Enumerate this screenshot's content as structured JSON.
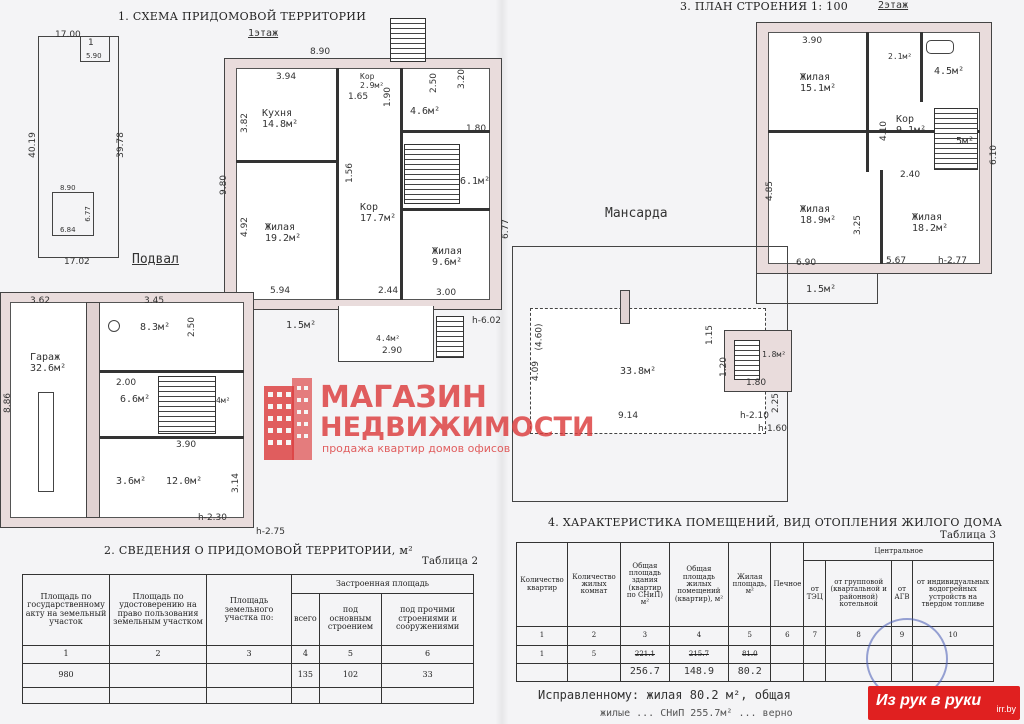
{
  "headings": {
    "site_plan": "1. СХЕМА ПРИДОМОВОЙ ТЕРРИТОРИИ",
    "building_plan": "3. ПЛАН СТРОЕНИЯ 1: 100",
    "floor1": "1этаж",
    "floor2": "2этаж",
    "basement": "Подвал",
    "attic": "Мансарда",
    "info_section": "2. СВЕДЕНИЯ О ПРИДОМОВОЙ ТЕРРИТОРИИ, м²",
    "info_table_label": "Таблица 2",
    "char_section": "4. ХАРАКТЕРИСТИКА ПОМЕЩЕНИЙ, ВИД ОТОПЛЕНИЯ ЖИЛОГО ДОМА",
    "char_table_label": "Таблица 3"
  },
  "site_plan": {
    "top": "17.00",
    "width_bottom": "17.02",
    "left": "40.19",
    "right": "39.78",
    "box_small": "5.90",
    "box_top": "8.90",
    "box_bottom": "6.84",
    "box_side": "6.77",
    "box_label": "1"
  },
  "floor1": {
    "rooms": [
      {
        "name": "Кухня",
        "area": "14.8м²"
      },
      {
        "name": "Кор",
        "area": "2.9м²"
      },
      {
        "name": "",
        "area": "4.6м²"
      },
      {
        "name": "Жилая",
        "area": "19.2м²"
      },
      {
        "name": "Кор",
        "area": "17.7м²"
      },
      {
        "name": "",
        "area": "6.1м²"
      },
      {
        "name": "Жилая",
        "area": "9.6м²"
      },
      {
        "name": "",
        "area": "4.4м²"
      },
      {
        "name": "",
        "area": "1.5м²"
      }
    ],
    "dims": [
      "8.90",
      "3.94",
      "9.80",
      "3.82",
      "4.92",
      "5.94",
      "2.44",
      "3.00",
      "1.80",
      "3.20",
      "6.77",
      "2.50",
      "1.65",
      "1.56",
      "1.90",
      "2.90",
      "h-6.02"
    ]
  },
  "floor2": {
    "rooms": [
      {
        "name": "Жилая",
        "area": "15.1м²"
      },
      {
        "name": "",
        "area": "2.1м²"
      },
      {
        "name": "",
        "area": "4.5м²"
      },
      {
        "name": "Кор",
        "area": "9.1м²"
      },
      {
        "name": "",
        "area": "5м²"
      },
      {
        "name": "Жилая",
        "area": "18.9м²"
      },
      {
        "name": "Жилая",
        "area": "18.2м²"
      },
      {
        "name": "",
        "area": "1.5м²"
      }
    ],
    "dims": [
      "3.90",
      "4.10",
      "2.40",
      "4.85",
      "3.25",
      "6.90",
      "5.67",
      "h-2.77",
      "6.10"
    ]
  },
  "basement": {
    "rooms": [
      {
        "name": "Гараж",
        "area": "32.6м²"
      },
      {
        "name": "",
        "area": "8.3м²"
      },
      {
        "name": "",
        "area": "6.6м²"
      },
      {
        "name": "",
        "area": "4м²"
      },
      {
        "name": "",
        "area": "12.0м²"
      },
      {
        "name": "",
        "area": "3.6м²"
      }
    ],
    "dims": [
      "3.62",
      "3.45",
      "2.50",
      "2.00",
      "3.90",
      "3.14",
      "8.86",
      "h-2.30",
      "h-2.75"
    ]
  },
  "attic": {
    "rooms": [
      {
        "name": "",
        "area": "33.8м²"
      },
      {
        "name": "",
        "area": "1.8м²"
      }
    ],
    "dims": [
      "9.14",
      "4.09",
      "(4.60)",
      "1.15",
      "1.20",
      "1.80",
      "h-2.10",
      "h-1.60",
      "2.25"
    ]
  },
  "watermark": {
    "line1": "МАГАЗИН",
    "line2": "НЕДВИЖИМОСТИ",
    "tagline": "продажа квартир домов офисов"
  },
  "brand": {
    "label": "Из рук в руки",
    "domain": "irr.by"
  },
  "info_table": {
    "headers": [
      "Площадь по государственному акту на земельный участок",
      "Площадь по удостоверению на право пользования земельным участком",
      "Площадь земельного участка по:",
      "Застроенная площадь"
    ],
    "sub_headers": [
      "всего",
      "под основным строением",
      "под прочими строениями и сооружениями"
    ],
    "numbers": [
      "1",
      "2",
      "3",
      "4",
      "5",
      "6"
    ],
    "values": [
      "980",
      "",
      "",
      "135",
      "102",
      "33"
    ]
  },
  "char_table": {
    "headers": [
      "Количество квартир",
      "Количество жилых комнат",
      "Общая площадь здания (квартир по СНиП) м²",
      "Общая площадь жилых помещений (квартир), м²",
      "Жилая площадь, м²",
      "Печное",
      "от ТЭЦ",
      "от групповой (квартальной и районной) котельной",
      "от АГВ",
      "от индивидуальных водогрейных устройств на твердом топливе"
    ],
    "group_header": "Центральное",
    "numbers": [
      "1",
      "2",
      "3",
      "4",
      "5",
      "6",
      "7",
      "8",
      "9",
      "10"
    ],
    "values": [
      "1",
      "5",
      "221.1",
      "215.7",
      "81.0",
      "",
      "",
      "",
      "",
      ""
    ],
    "corrected": [
      "",
      "",
      "256.7",
      "148.9",
      "80.2",
      "",
      "",
      "",
      "",
      ""
    ],
    "note": "Исправленному: жилая 80.2 м², общая",
    "note2": "жилые ... СНиП 255.7м² ... верно"
  }
}
